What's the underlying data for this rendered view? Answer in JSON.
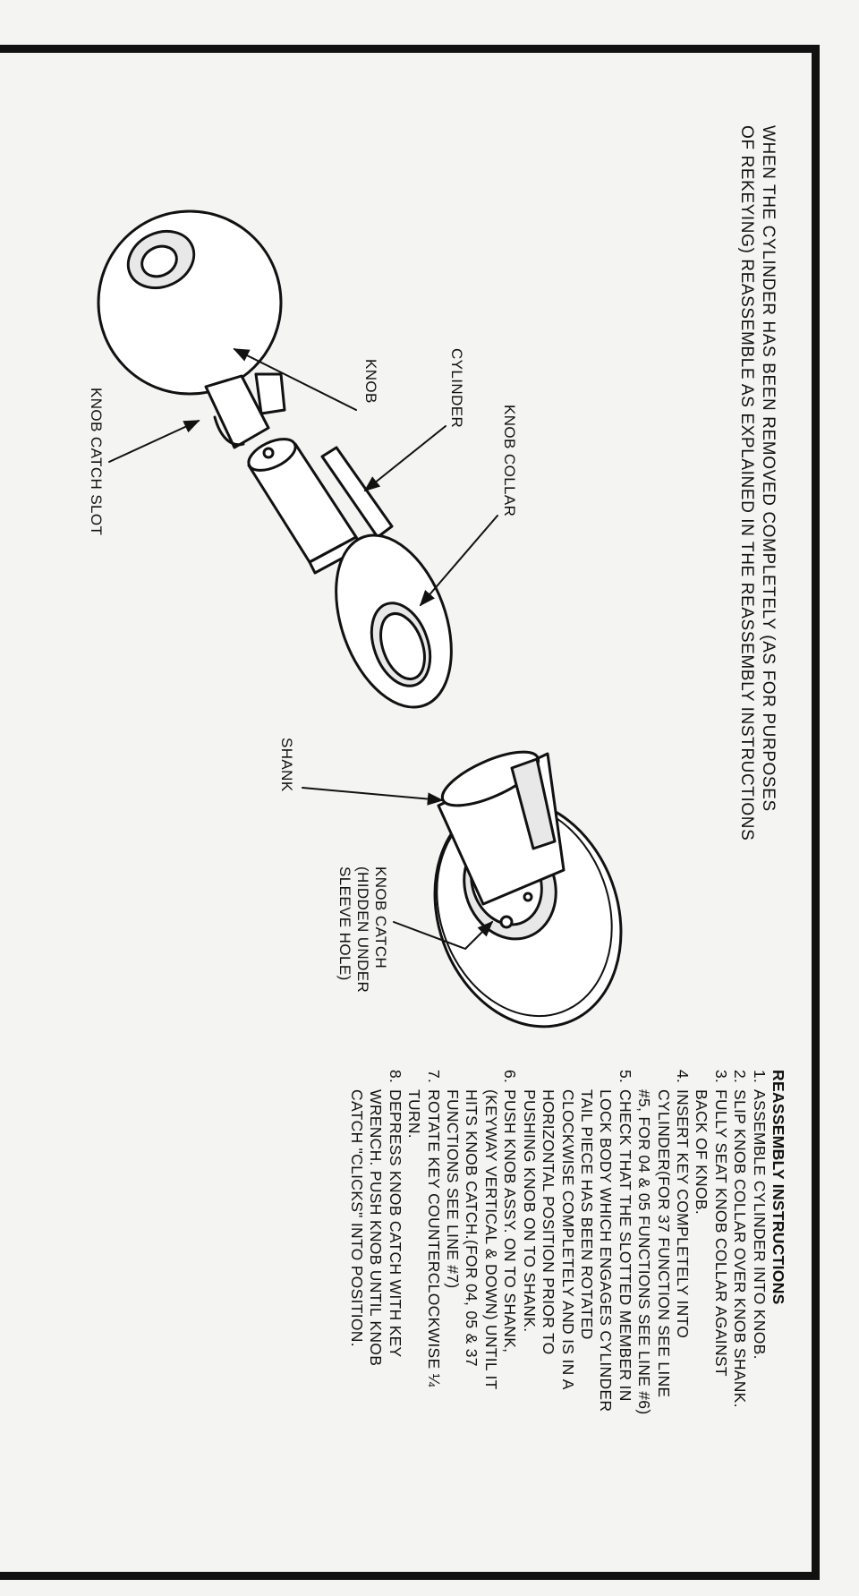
{
  "intro": {
    "lines": [
      "WHEN THE CYLINDER HAS BEEN REMOVED COMPLETELY (AS FOR PURPOSES",
      "OF REKEYING) REASSEMBLE AS EXPLAINED IN THE REASSEMBLY INSTRUCTIONS"
    ]
  },
  "labels": {
    "knob_collar": "KNOB COLLAR",
    "cylinder": "CYLINDER",
    "knob": "KNOB",
    "knob_catch_slot": "KNOB CATCH SLOT",
    "shank": "SHANK",
    "knob_catch_lines": [
      "KNOB CATCH",
      "(HIDDEN UNDER",
      "SLEEVE HOLE)"
    ]
  },
  "instructions": {
    "title": "REASSEMBLY INSTRUCTIONS",
    "steps": [
      {
        "num": "1.",
        "lines": [
          "ASSEMBLE CYLINDER INTO KNOB."
        ]
      },
      {
        "num": "2.",
        "lines": [
          "SLIP KNOB COLLAR OVER KNOB SHANK."
        ]
      },
      {
        "num": "3.",
        "lines": [
          "FULLY SEAT KNOB COLLAR AGAINST",
          "BACK OF KNOB."
        ]
      },
      {
        "num": "4.",
        "lines": [
          "INSERT KEY COMPLETELY INTO",
          "CYLINDER(FOR 37 FUNCTION SEE LINE",
          "#5, FOR 04 & 05 FUNCTIONS SEE LINE #6)"
        ]
      },
      {
        "num": "5.",
        "lines": [
          "CHECK THAT THE SLOTTED MEMBER IN",
          "LOCK BODY WHICH ENGAGES CYLINDER",
          "TAIL PIECE HAS BEEN ROTATED",
          "CLOCKWISE COMPLETELY AND IS IN A",
          "HORIZONTAL POSITION PRIOR TO",
          "PUSHING KNOB ON TO SHANK."
        ]
      },
      {
        "num": "6.",
        "lines": [
          "PUSH KNOB ASSY. ON TO SHANK,",
          "(KEYWAY VERTICAL & DOWN) UNTIL IT",
          "HITS KNOB CATCH.(FOR 04, 05 & 37",
          "FUNCTIONS SEE LINE #7)"
        ]
      },
      {
        "num": "7.",
        "lines": [
          "ROTATE KEY COUNTERCLOCKWISE ¼",
          "TURN."
        ]
      },
      {
        "num": "8.",
        "lines": [
          "DEPRESS KNOB CATCH WITH KEY",
          "WRENCH. PUSH KNOB UNTIL KNOB",
          "CATCH \"CLICKS\" INTO POSITION."
        ]
      }
    ]
  }
}
